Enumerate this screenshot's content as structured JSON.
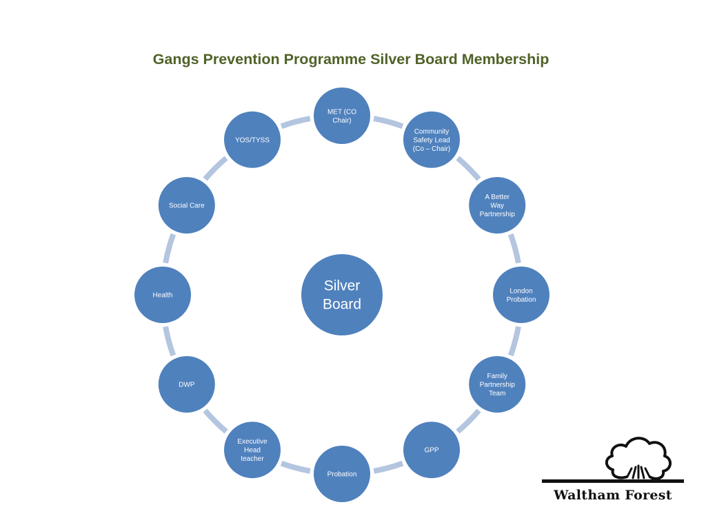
{
  "title": "Gangs Prevention Programme Silver Board Membership",
  "center": {
    "lines": [
      "Silver",
      "Board"
    ]
  },
  "members": [
    {
      "id": "met",
      "lines": [
        "MET (CO",
        "Chair)"
      ]
    },
    {
      "id": "community-safety-lead",
      "lines": [
        "Community",
        "Safety Lead",
        "(Co – Chair)"
      ]
    },
    {
      "id": "a-better-way-partnership",
      "lines": [
        "A Better",
        "Way",
        "Partnership"
      ]
    },
    {
      "id": "london-probation",
      "lines": [
        "London",
        "Probation"
      ]
    },
    {
      "id": "family-partnership-team",
      "lines": [
        "Family",
        "Partnership",
        "Team"
      ]
    },
    {
      "id": "gpp",
      "lines": [
        "GPP"
      ]
    },
    {
      "id": "probation",
      "lines": [
        "Probation"
      ]
    },
    {
      "id": "executive-head-teacher",
      "lines": [
        "Executive",
        "Head",
        "teacher"
      ]
    },
    {
      "id": "dwp",
      "lines": [
        "DWP"
      ]
    },
    {
      "id": "health",
      "lines": [
        "Health"
      ]
    },
    {
      "id": "social-care",
      "lines": [
        "Social Care"
      ]
    },
    {
      "id": "yos-tyss",
      "lines": [
        "YOS/TYSS"
      ]
    }
  ],
  "logo": {
    "text": "Waltham Forest"
  },
  "colors": {
    "node": "#4f81bd",
    "connector": "#b4c5e0",
    "title": "#4f6228"
  }
}
